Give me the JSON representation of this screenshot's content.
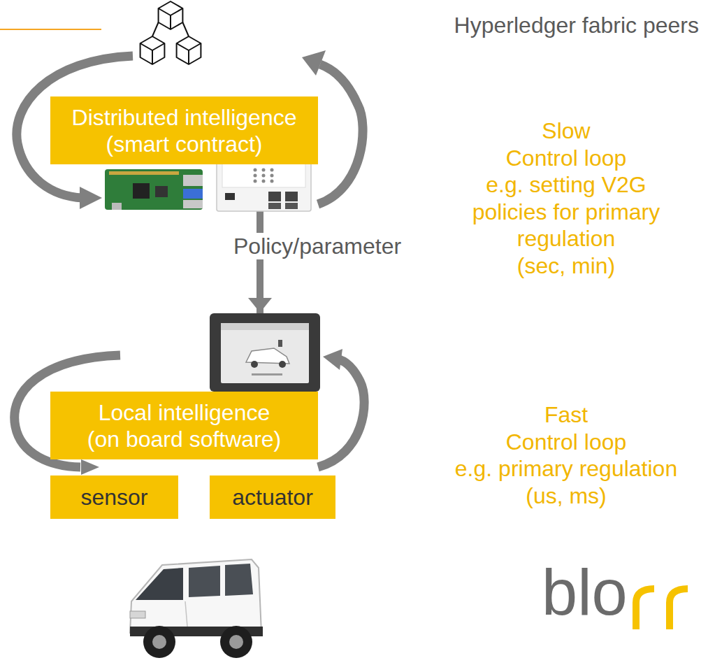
{
  "diagram": {
    "nodes": [
      {
        "text": [
          "Distributed intelligence (smart contract)"
        ]
      },
      {
        "text": [
          "Local intelligence (on board software)"
        ]
      },
      {
        "text": [
          "sensor"
        ]
      },
      {
        "text": [
          "actuator"
        ]
      }
    ],
    "edges": [
      {
        "from": 0,
        "to": 1,
        "arrow": "to",
        "label": "Policy/parameter"
      }
    ],
    "labels": [
      "Hyperledger fabric peers",
      "Slow Control loop e.g. setting V2G policies for primary regulation (sec, min)",
      "Fast Control loop e.g. primary regulation (us, ms)",
      "blo"
    ]
  }
}
